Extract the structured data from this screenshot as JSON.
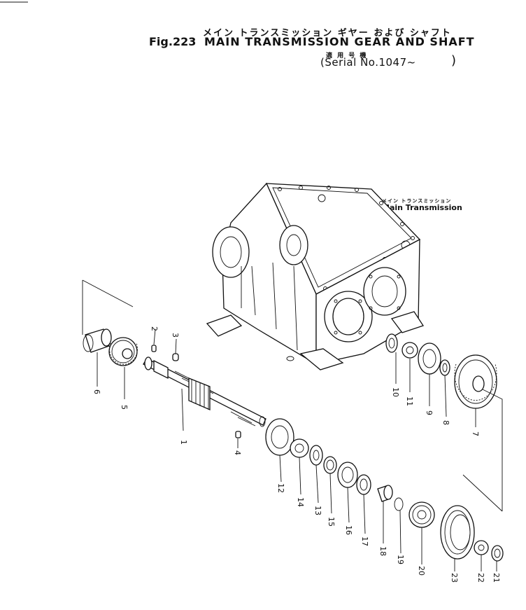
{
  "header": {
    "jp_title": "メイン トランスミッション ギヤー および シャフト",
    "fig_label": "Fig.223",
    "title": "MAIN TRANSMISSION GEAR AND SHAFT",
    "serial_jp": "適 用 号 機",
    "serial": "(Serial No.1047~",
    "serial_close": ")"
  },
  "housing_label": {
    "jp": "メイン トランスミッション",
    "en": "Main Transmission"
  },
  "parts": [
    {
      "num": "1"
    },
    {
      "num": "2"
    },
    {
      "num": "3"
    },
    {
      "num": "4"
    },
    {
      "num": "5"
    },
    {
      "num": "6"
    },
    {
      "num": "7"
    },
    {
      "num": "8"
    },
    {
      "num": "9"
    },
    {
      "num": "10"
    },
    {
      "num": "11"
    },
    {
      "num": "12"
    },
    {
      "num": "13"
    },
    {
      "num": "14"
    },
    {
      "num": "15"
    },
    {
      "num": "16"
    },
    {
      "num": "17"
    },
    {
      "num": "18"
    },
    {
      "num": "19"
    },
    {
      "num": "20"
    },
    {
      "num": "21"
    },
    {
      "num": "22"
    },
    {
      "num": "23"
    }
  ]
}
